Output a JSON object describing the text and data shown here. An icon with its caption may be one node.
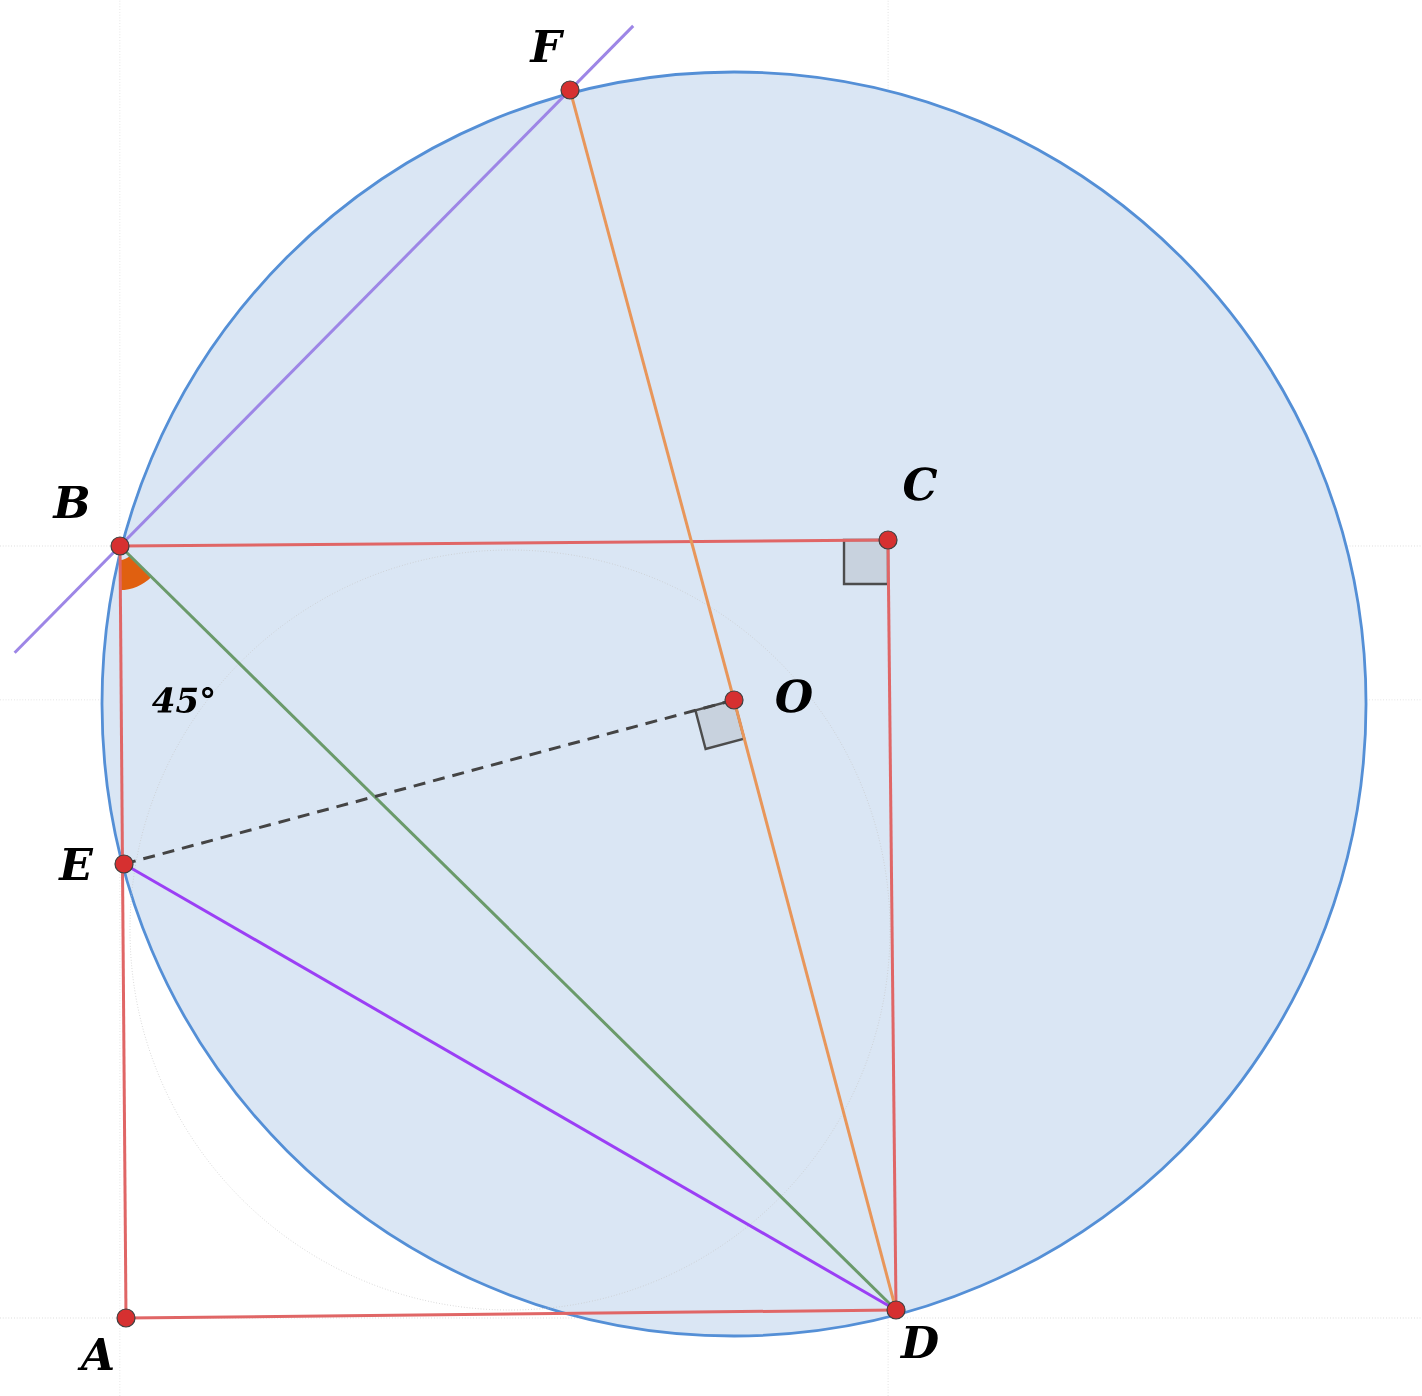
{
  "diagram": {
    "nodes": [
      {
        "text": [
          "A"
        ]
      },
      {
        "text": [
          "B"
        ]
      },
      {
        "text": [
          "C"
        ]
      },
      {
        "text": [
          "D"
        ]
      },
      {
        "text": [
          "E"
        ]
      },
      {
        "text": [
          "F"
        ]
      },
      {
        "text": [
          "O"
        ]
      }
    ],
    "edges": [
      {
        "from": 0,
        "to": 1,
        "arrow": "none"
      },
      {
        "from": 1,
        "to": 2,
        "arrow": "none"
      },
      {
        "from": 2,
        "to": 3,
        "arrow": "none"
      },
      {
        "from": 3,
        "to": 0,
        "arrow": "none"
      },
      {
        "from": 1,
        "to": 3,
        "arrow": "none",
        "color": "#6a9a6a"
      },
      {
        "from": 4,
        "to": 3,
        "arrow": "none",
        "color": "#9b3ff5"
      },
      {
        "from": 5,
        "to": 6,
        "arrow": "none",
        "color": "#e8965a"
      },
      {
        "from": 6,
        "to": 3,
        "arrow": "none",
        "color": "#e8965a"
      },
      {
        "from": 4,
        "to": 6,
        "arrow": "none",
        "style": "dashed",
        "color": "#444444"
      },
      {
        "from": 1,
        "to": 5,
        "arrow": "none",
        "color": "#9d86e6"
      }
    ],
    "labels": [
      "45°"
    ]
  }
}
